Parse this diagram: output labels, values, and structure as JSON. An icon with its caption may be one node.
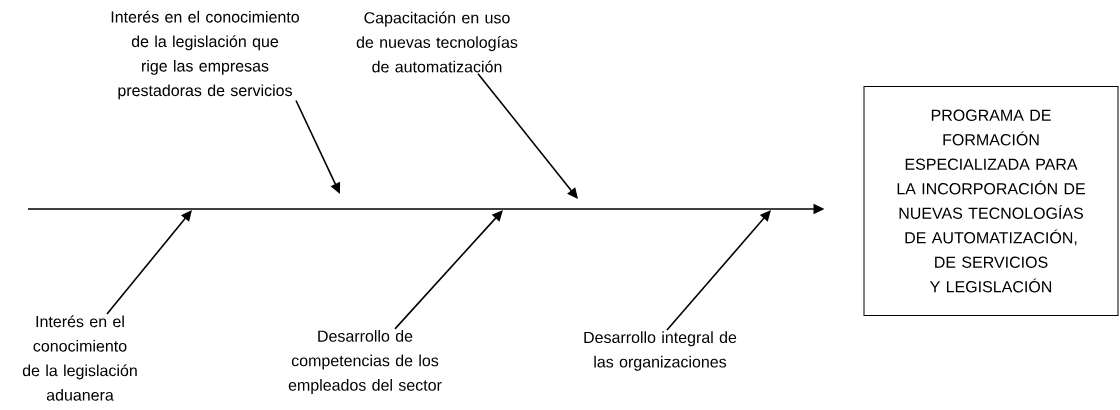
{
  "diagram": {
    "nodes": [
      {
        "text": [
          "Interés en el conocimiento de la legislación que rige las empresas prestadoras de servicios"
        ]
      },
      {
        "text": [
          "Capacitación en uso de nuevas tecnologías de automatización"
        ]
      },
      {
        "text": [
          "Interés en el conocimiento de la legislación aduanera"
        ]
      },
      {
        "text": [
          "Desarrollo de competencias de los empleados del sector"
        ]
      },
      {
        "text": [
          "Desarrollo integral de las organizaciones"
        ]
      },
      {
        "text": [
          "PROGRAMA DE FORMACIÓN ESPECIALIZADA PARA LA INCORPORACIÓN DE NUEVAS TECNOLOGÍAS DE AUTOMATIZACIÓN, DE SERVICIOS Y LEGISLACIÓN"
        ]
      }
    ],
    "edges": [
      {
        "from": null,
        "to": 5,
        "arrow": "to"
      },
      {
        "from": 0,
        "to": null,
        "arrow": "to"
      },
      {
        "from": 1,
        "to": null,
        "arrow": "to"
      },
      {
        "from": 2,
        "to": null,
        "arrow": "to"
      },
      {
        "from": 3,
        "to": null,
        "arrow": "to"
      },
      {
        "from": 4,
        "to": null,
        "arrow": "to"
      }
    ]
  }
}
